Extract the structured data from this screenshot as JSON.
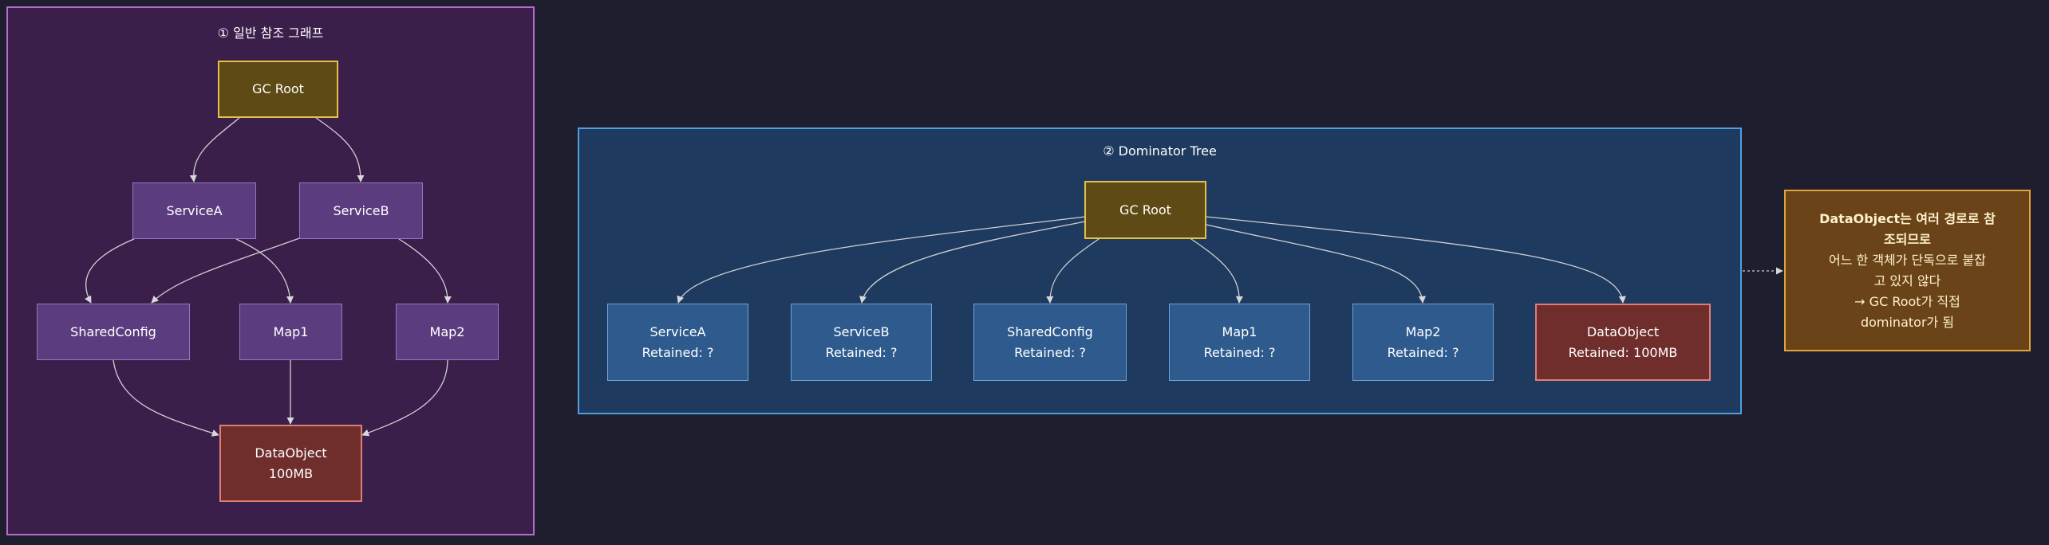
{
  "clusters": {
    "general": {
      "title": "① 일반 참조 그래프"
    },
    "dominator": {
      "title": "② Dominator Tree"
    }
  },
  "general_graph": {
    "gc_root": "GC Root",
    "service_a": "ServiceA",
    "service_b": "ServiceB",
    "shared_config": "SharedConfig",
    "map1": "Map1",
    "map2": "Map2",
    "data_object": {
      "name": "DataObject",
      "size": "100MB"
    }
  },
  "dominator_tree": {
    "gc_root": "GC Root",
    "children": [
      {
        "name": "ServiceA",
        "retained": "Retained: ?"
      },
      {
        "name": "ServiceB",
        "retained": "Retained: ?"
      },
      {
        "name": "SharedConfig",
        "retained": "Retained: ?"
      },
      {
        "name": "Map1",
        "retained": "Retained: ?"
      },
      {
        "name": "Map2",
        "retained": "Retained: ?"
      },
      {
        "name": "DataObject",
        "retained": "Retained: 100MB"
      }
    ]
  },
  "note": {
    "line1": "DataObject는 여러 경로로 참",
    "line2": "조되므로",
    "line3": "어느 한 객체가 단독으로 붙잡",
    "line4": "고 있지 않다",
    "line5": "→ GC Root가 직접",
    "line6": "dominator가 됨"
  },
  "colors": {
    "background": "#1e1e2e",
    "cluster_general_fill": "#3b1f4b",
    "cluster_general_border": "#b86ad0",
    "cluster_dominator_fill": "#1e3a5f",
    "cluster_dominator_border": "#4f9fe0",
    "root_fill": "#5e4a14",
    "root_border": "#e3c14b",
    "data_fill": "#6f2e2c",
    "data_border": "#e07d76",
    "note_fill": "#6a4418",
    "note_border": "#e3a23c"
  }
}
